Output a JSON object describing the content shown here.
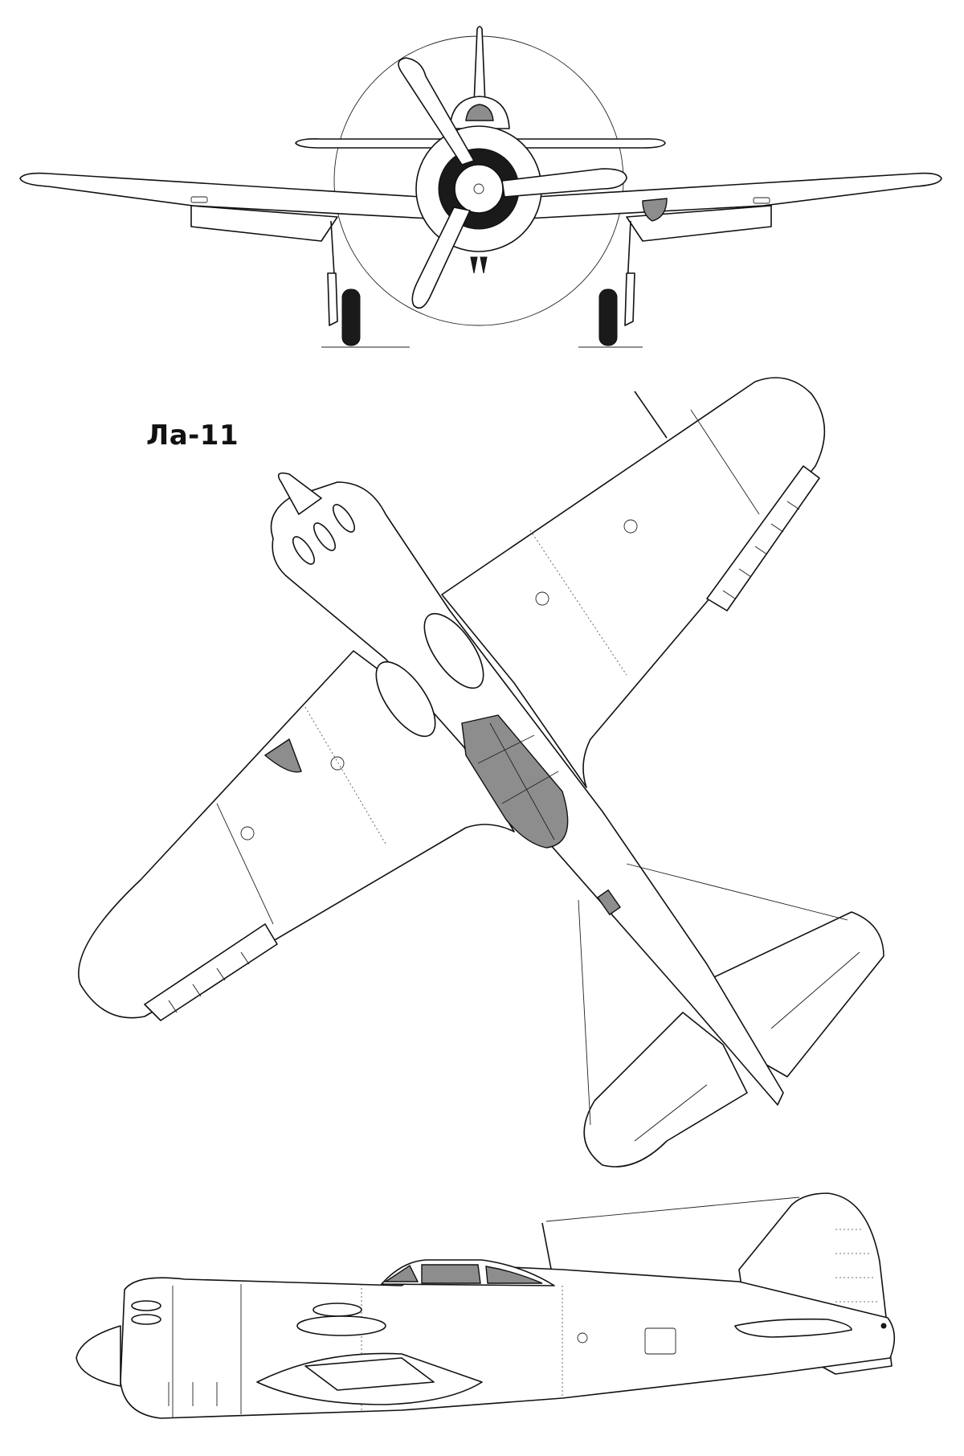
{
  "title": "Ла-11",
  "accent_color": "#8d8d8d",
  "line_color": "#111111",
  "views": [
    {
      "name": "front-view"
    },
    {
      "name": "top-view"
    },
    {
      "name": "side-view"
    }
  ]
}
